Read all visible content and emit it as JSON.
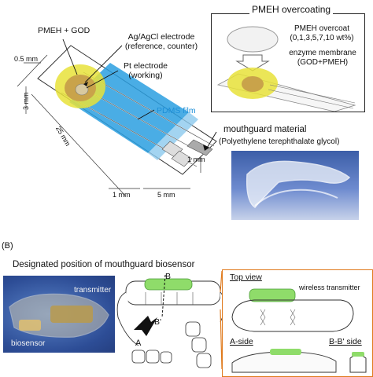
{
  "panel_a": {
    "label_pmeh_god": "PMEH + GOD",
    "label_agagcl": "Ag/AgCl electrode",
    "label_agagcl_sub": "(reference, counter)",
    "label_pt": "Pt electrode",
    "label_pt_sub": "(working)",
    "label_pdms": "PDMS film",
    "dims": {
      "d05": "0.5 mm",
      "d3": "3 mm",
      "d25": "25 mm",
      "d1a": "1 mm",
      "d5": "5 mm",
      "d1b": "1 mm"
    },
    "overcoat_box": {
      "title": "PMEH overcoating",
      "overcoat_label": "PMEH overcoat",
      "overcoat_values": "(0,1,3,5,7,10 wt%)",
      "membrane_label": "enzyme membrane",
      "membrane_sub": "(GOD+PMEH)"
    },
    "mouthguard_label": "mouthguard material",
    "mouthguard_sub": "(Polyethylene terephthalate glycol)"
  },
  "panel_b": {
    "panel_label": "(B)",
    "title": "Designated position of mouthguard biosensor",
    "photo_transmitter": "transmitter",
    "photo_biosensor": "biosensor",
    "marker_b_top": "B",
    "marker_b_bottom": "B'",
    "marker_a": "A",
    "detail": {
      "top_view": "Top view",
      "wireless": "wireless transmitter",
      "a_side": "A-side",
      "bb_side": "B-B' side"
    }
  },
  "colors": {
    "pdms_blue": "#2a9fe0",
    "enzyme_yellow": "#e8e23a",
    "gold": "#c9a34a",
    "transmitter_green": "#8fdc6a",
    "orange_frame": "#e07a1d"
  }
}
